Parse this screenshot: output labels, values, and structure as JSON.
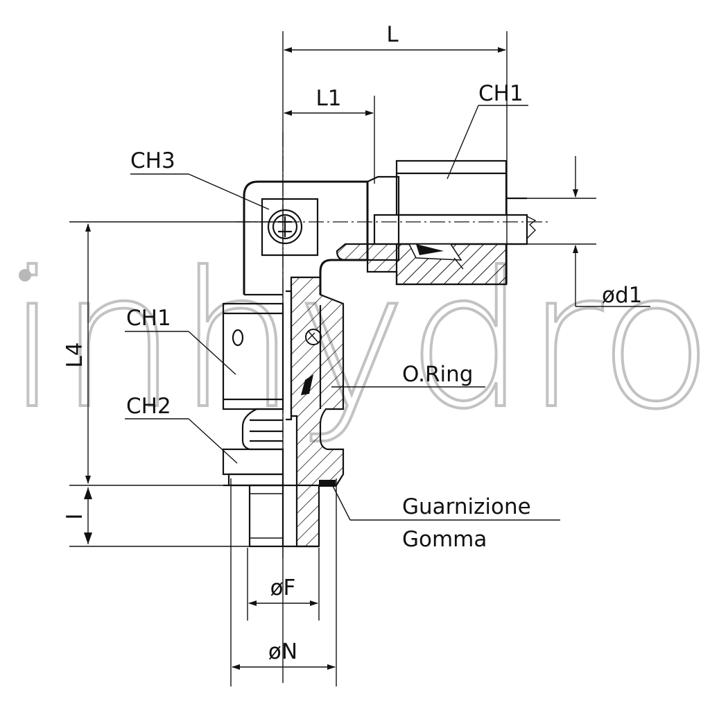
{
  "watermark": "inhydro",
  "labels": {
    "L": "L",
    "L1": "L1",
    "CH1_top": "CH1",
    "CH3": "CH3",
    "CH1_side": "CH1",
    "CH2": "CH2",
    "L4": "L4",
    "I": "I",
    "d1": "ød1",
    "oring": "O.Ring",
    "gasket_line1": "Guarnizione",
    "gasket_line2": "Gomma",
    "F": "øF",
    "N": "øN"
  },
  "colors": {
    "ink": "#111111",
    "watermark": "#b8b8b8",
    "background": "#ffffff"
  }
}
